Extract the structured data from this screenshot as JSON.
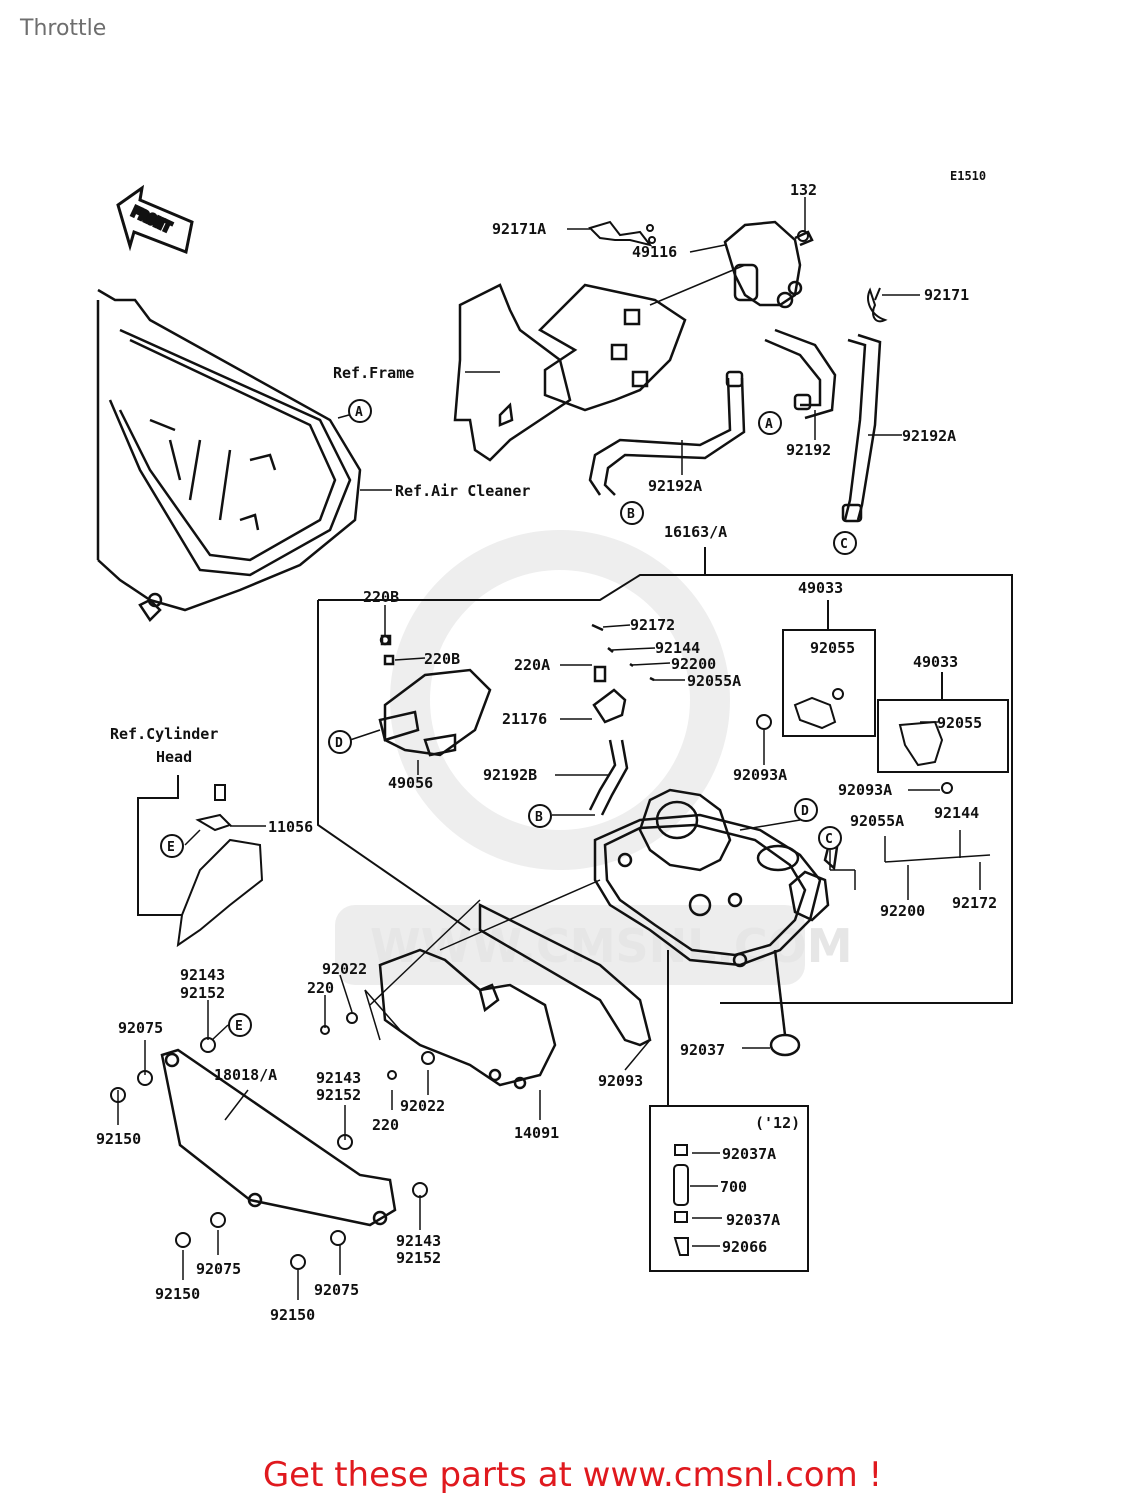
{
  "title": "Throttle",
  "diagram_code": "E1510",
  "front_label": "FRONT",
  "refs": {
    "frame": "Ref.Frame",
    "air_cleaner": "Ref.Air Cleaner",
    "cylinder_head_1": "Ref.Cylinder",
    "cylinder_head_2": "Head"
  },
  "parts": {
    "p132": "132",
    "p92171A": "92171A",
    "p49116": "49116",
    "p92171": "92171",
    "p92192": "92192",
    "p92192A_right": "92192A",
    "p92192A_left": "92192A",
    "p16163": "16163/A",
    "p49033_a": "49033",
    "p49033_b": "49033",
    "p92055_a": "92055",
    "p92055_b": "92055",
    "p220B_a": "220B",
    "p220B_b": "220B",
    "p92172_top": "92172",
    "p92144_top": "92144",
    "p92200_top": "92200",
    "p92055A_top": "92055A",
    "p220A": "220A",
    "p21176": "21176",
    "p49056": "49056",
    "p92192B": "92192B",
    "p92093A_a": "92093A",
    "p92093A_b": "92093A",
    "p92055A_right": "92055A",
    "p92144_right": "92144",
    "p92200_right": "92200",
    "p92172_right": "92172",
    "p11056": "11056",
    "p92143_a": "92143",
    "p92152_a": "92152",
    "p92075_a": "92075",
    "p92150_a": "92150",
    "p18018": "18018/A",
    "p92022_a": "92022",
    "p220_a": "220",
    "p92143_b": "92143",
    "p92152_b": "92152",
    "p220_b": "220",
    "p92022_b": "92022",
    "p14091": "14091",
    "p92093": "92093",
    "p92037": "92037",
    "p12": "('12)",
    "p92037A_a": "92037A",
    "p700": "700",
    "p92037A_b": "92037A",
    "p92066": "92066",
    "p92143_c": "92143",
    "p92152_c": "92152",
    "p92075_b": "92075",
    "p92150_b": "92150",
    "p92075_c": "92075",
    "p92150_c": "92150"
  },
  "markers": {
    "A": "A",
    "B": "B",
    "C": "C",
    "D": "D",
    "E": "E"
  },
  "watermark": "WWW.CMSNL.COM",
  "footer": "Get these parts at www.cmsnl.com !"
}
